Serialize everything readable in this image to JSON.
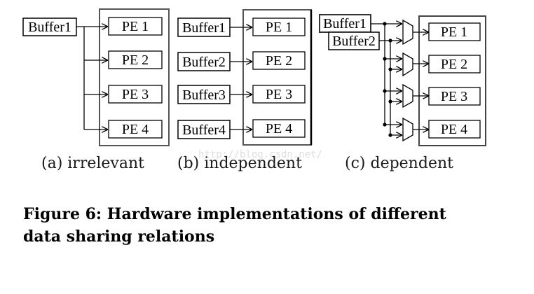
{
  "panels": [
    {
      "id": "a",
      "caption": "(a) irrelevant",
      "buffers": [
        "Buffer1"
      ],
      "pes": [
        "PE 1",
        "PE 2",
        "PE 3",
        "PE 4"
      ]
    },
    {
      "id": "b",
      "caption": "(b) independent",
      "buffers": [
        "Buffer1",
        "Buffer2",
        "Buffer3",
        "Buffer4"
      ],
      "pes": [
        "PE 1",
        "PE 2",
        "PE 3",
        "PE 4"
      ]
    },
    {
      "id": "c",
      "caption": "(c) dependent",
      "buffers": [
        "Buffer1",
        "Buffer2"
      ],
      "pes": [
        "PE 1",
        "PE 2",
        "PE 3",
        "PE 4"
      ]
    }
  ],
  "watermark": "http://blog.csdn.net/",
  "figure_caption": {
    "line1": "Figure 6:  Hardware implementations of different",
    "line2": "data sharing relations"
  }
}
